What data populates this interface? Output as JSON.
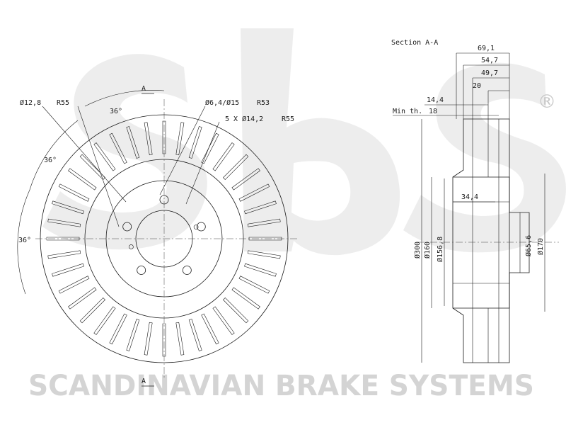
{
  "watermark": {
    "logo_text": "sbs",
    "registered_mark": "®",
    "company": "SCANDINAVIAN BRAKE SYSTEMS",
    "color": "#d4d4d4"
  },
  "front_view": {
    "section_marker": "A",
    "labels": {
      "hole_dia": "Ø12,8",
      "r_left": "R55",
      "angle_top": "36°",
      "angle_left_upper": "36°",
      "angle_left_lower": "36°",
      "pin_hole": "Ø6,4/Ø15",
      "r_pin": "R53",
      "bolt_holes": "5 X Ø14,2",
      "r_bolt": "R55"
    },
    "vane_count": 40
  },
  "section_view": {
    "title": "Section A-A",
    "widths": {
      "total": "69,1",
      "w54": "54,7",
      "w49": "49,7",
      "w20": "20",
      "w14": "14,4",
      "min_th_label": "Min th.",
      "min_th_value": "18",
      "w34": "34,4"
    },
    "diameters": {
      "d300": "Ø300",
      "d160": "Ø160",
      "d156": "Ø156,8",
      "d65": "Ø65,6",
      "d170": "Ø170"
    }
  },
  "colors": {
    "line": "#1a1a1a",
    "watermark": "#d4d4d4"
  }
}
